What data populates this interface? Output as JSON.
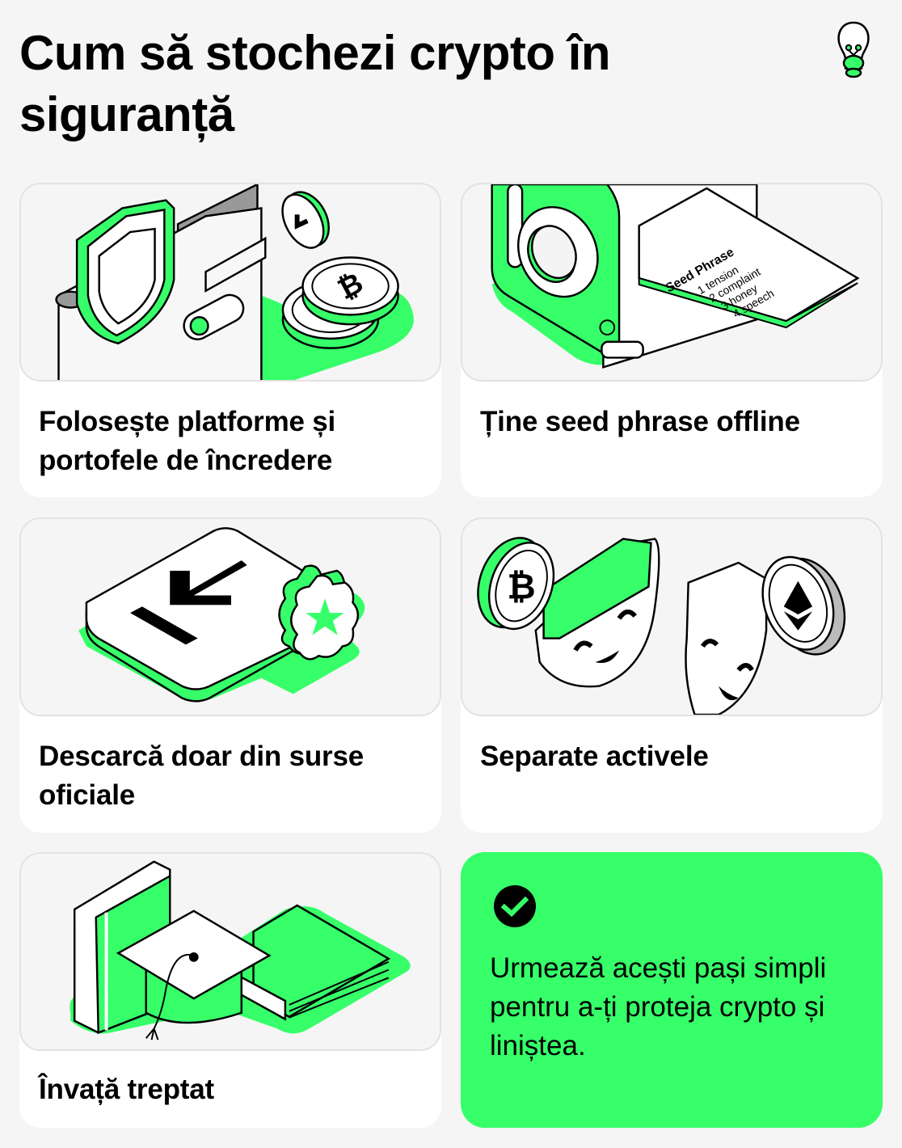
{
  "header": {
    "title": "Cum să stochezi crypto în siguranță",
    "icon": "lightbulb-icon"
  },
  "colors": {
    "accent_green": "#36ff69",
    "background": "#f5f5f5",
    "card": "#ffffff",
    "art_border": "#e2e2e2",
    "ink": "#000000"
  },
  "cards": [
    {
      "label": "Folosește platforme și portofele de încredere",
      "illustration": "wallet-shield-coins"
    },
    {
      "label": "Ține seed phrase offline",
      "illustration": "safe-seed-phrase"
    },
    {
      "label": "Descarcă doar din surse oficiale",
      "illustration": "download-key-badge"
    },
    {
      "label": "Separate activele",
      "illustration": "two-faces-btc-eth"
    },
    {
      "label": "Învață treptat",
      "illustration": "books-graduation-cap"
    }
  ],
  "seed_phrase_card": {
    "title": "Seed Phrase",
    "words": [
      "1 tension",
      "2 complaint",
      "3 honey",
      "4 speech"
    ]
  },
  "summary": {
    "icon": "check-circle-icon",
    "text": "Urmează acești pași simpli pentru a-ți proteja crypto și liniștea."
  }
}
